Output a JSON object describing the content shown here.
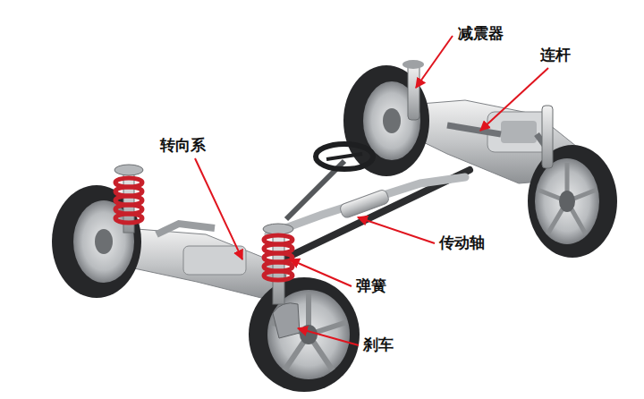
{
  "diagram": {
    "labels": [
      "减震器",
      "连杆",
      "转向系",
      "传动轴",
      "弹簧",
      "刹车"
    ]
  }
}
